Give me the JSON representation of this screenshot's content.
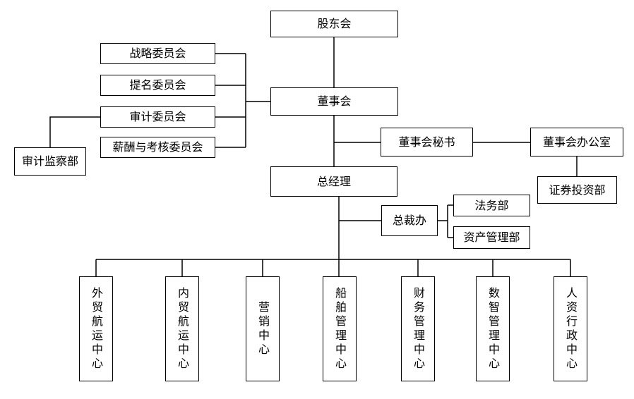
{
  "diagram_type": "org-chart",
  "colors": {
    "background": "#ffffff",
    "box_fill": "#ffffff",
    "line": "#000000",
    "text": "#000000"
  },
  "org": {
    "shareholders": "股东会",
    "board": "董事会",
    "strategy_committee": "战略委员会",
    "nomination_committee": "提名委员会",
    "audit_committee": "审计委员会",
    "compensation_committee": "薪酬与考核委员会",
    "audit_supervision_dept": "审计监察部",
    "board_secretary": "董事会秘书",
    "board_office": "董事会办公室",
    "securities_investment_dept": "证券投资部",
    "general_manager": "总经理",
    "president_office": "总裁办",
    "legal_dept": "法务部",
    "asset_management_dept": "资产管理部",
    "foreign_trade_shipping_center": "外贸航运中心",
    "domestic_trade_shipping_center": "内贸航运中心",
    "marketing_center": "营销中心",
    "ship_management_center": "船舶管理中心",
    "finance_management_center": "财务管理中心",
    "digital_management_center": "数智管理中心",
    "hr_admin_center": "人资行政中心"
  }
}
